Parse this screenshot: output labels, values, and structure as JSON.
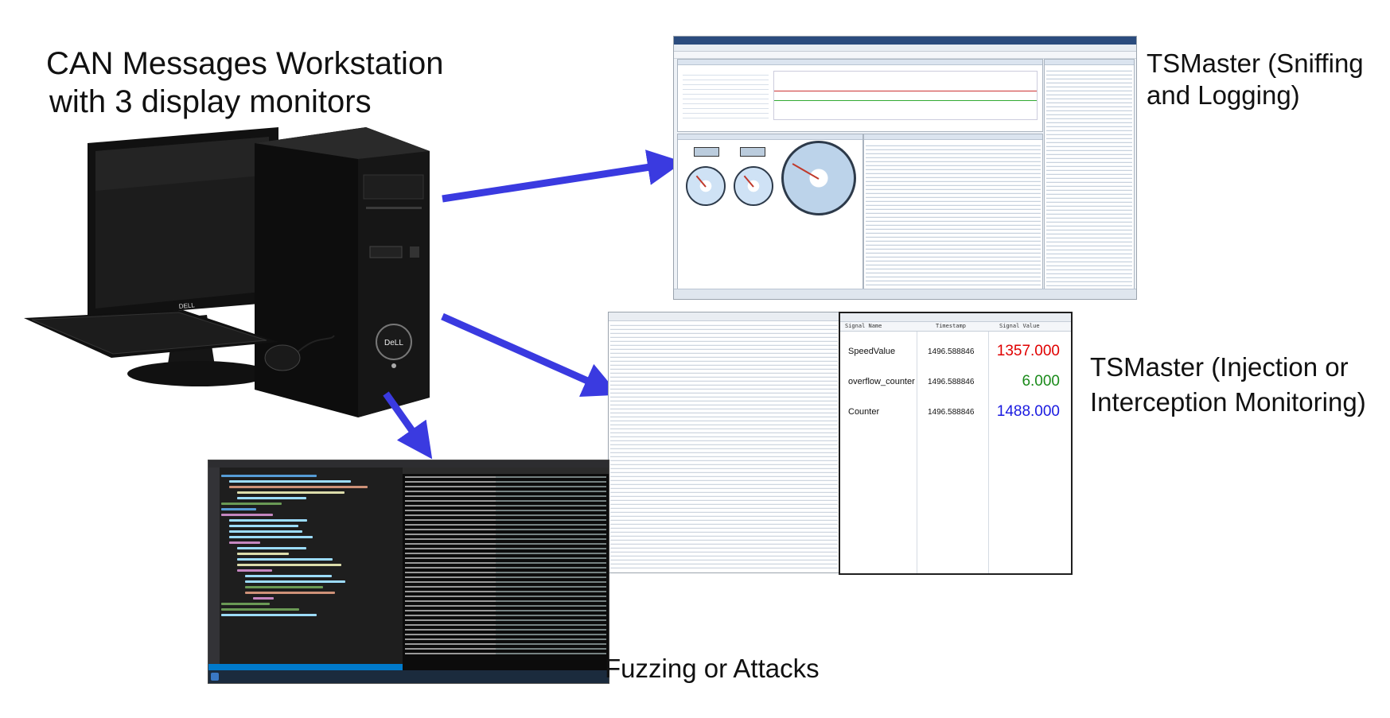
{
  "title": {
    "line1": "CAN Messages Workstation",
    "line2": "with 3 display monitors"
  },
  "labels": {
    "sniffing_line1": "TSMaster (Sniffing",
    "sniffing_line2": "and Logging)",
    "injection_line1": "TSMaster (Injection or",
    "injection_line2": "Interception Monitoring)",
    "fuzzing": "Fuzzing or Attacks"
  },
  "monitor_panel": {
    "col_signal": "Signal Name",
    "col_timestamp": "Timestamp",
    "col_value": "Signal Value",
    "signals": [
      {
        "name": "SpeedValue",
        "timestamp": "1496.588846",
        "value": "1357.000",
        "color": "#e00000"
      },
      {
        "name": "overflow_counter",
        "timestamp": "1496.588846",
        "value": "6.000",
        "color": "#1a8a1a"
      },
      {
        "name": "Counter",
        "timestamp": "1496.588846",
        "value": "1488.000",
        "color": "#1a1ae0"
      }
    ]
  },
  "colors": {
    "arrow": "#3a3ae0",
    "titlebar": "#2b4c7e"
  }
}
